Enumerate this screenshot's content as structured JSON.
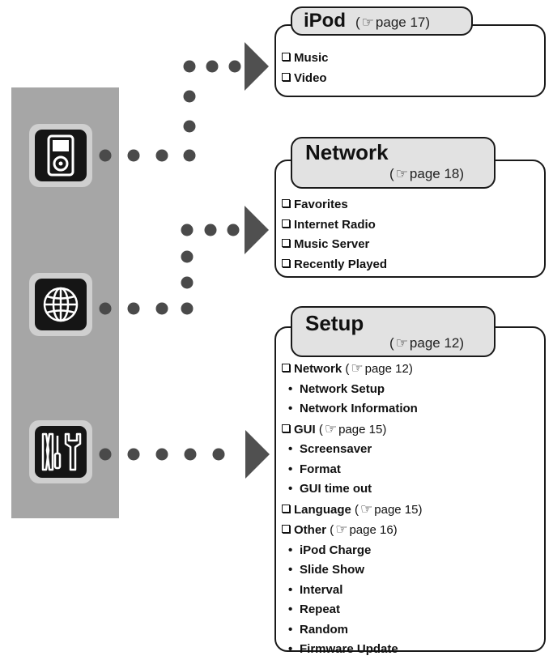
{
  "colors": {
    "panel": "#a6a6a6",
    "tile": "#cfcfcf",
    "icon_bg": "#151515",
    "dots": "#4a4a4a",
    "arrow": "#505050",
    "tab_fill": "#e2e2e2"
  },
  "icons": [
    "ipod-icon",
    "globe-icon",
    "tools-icon"
  ],
  "ipod": {
    "title": "iPod",
    "ref_prefix": "(",
    "ref_page": "page 17)",
    "items": [
      "Music",
      "Video"
    ]
  },
  "network": {
    "title": "Network",
    "ref_prefix": "(",
    "ref_page": "page 18)",
    "items": [
      "Favorites",
      "Internet Radio",
      "Music Server",
      "Recently Played"
    ]
  },
  "setup": {
    "title": "Setup",
    "ref_prefix": "(",
    "ref_page": "page 12)",
    "items": [
      {
        "label": "Network",
        "ref": "page 12)",
        "level": 0
      },
      {
        "label": "Network Setup",
        "level": 1
      },
      {
        "label": "Network Information",
        "level": 1
      },
      {
        "label": "GUI",
        "ref": "page 15)",
        "level": 0
      },
      {
        "label": "Screensaver",
        "level": 1
      },
      {
        "label": "Format",
        "level": 1
      },
      {
        "label": "GUI time out",
        "level": 1
      },
      {
        "label": "Language",
        "ref": "page 15)",
        "level": 0
      },
      {
        "label": "Other",
        "ref": "page 16)",
        "level": 0
      },
      {
        "label": "iPod Charge",
        "level": 1
      },
      {
        "label": "Slide Show",
        "level": 1
      },
      {
        "label": "Interval",
        "level": 1
      },
      {
        "label": "Repeat",
        "level": 1
      },
      {
        "label": "Random",
        "level": 1
      },
      {
        "label": "Firmware Update",
        "level": 1
      }
    ]
  }
}
